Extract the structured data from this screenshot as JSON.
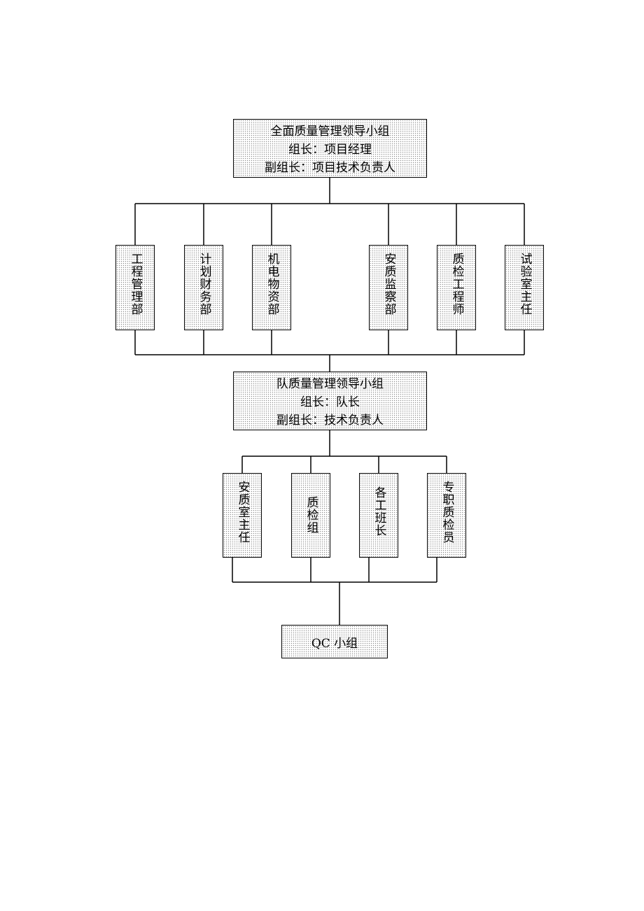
{
  "top_group": {
    "title": "全面质量管理领导小组",
    "leader": "组长：项目经理",
    "deputy": "副组长：项目技术负责人"
  },
  "departments": [
    "工程管理部",
    "计划财务部",
    "机电物资部",
    "安质监察部",
    "质检工程师",
    "试验室主任"
  ],
  "team_group": {
    "title": "队质量管理领导小组",
    "leader": "组长：队长",
    "deputy": "副组长：技术负责人"
  },
  "team_units": [
    "安质室主任",
    "质检组",
    "各工班长",
    "专职质检员"
  ],
  "qc_group": "QC 小组"
}
